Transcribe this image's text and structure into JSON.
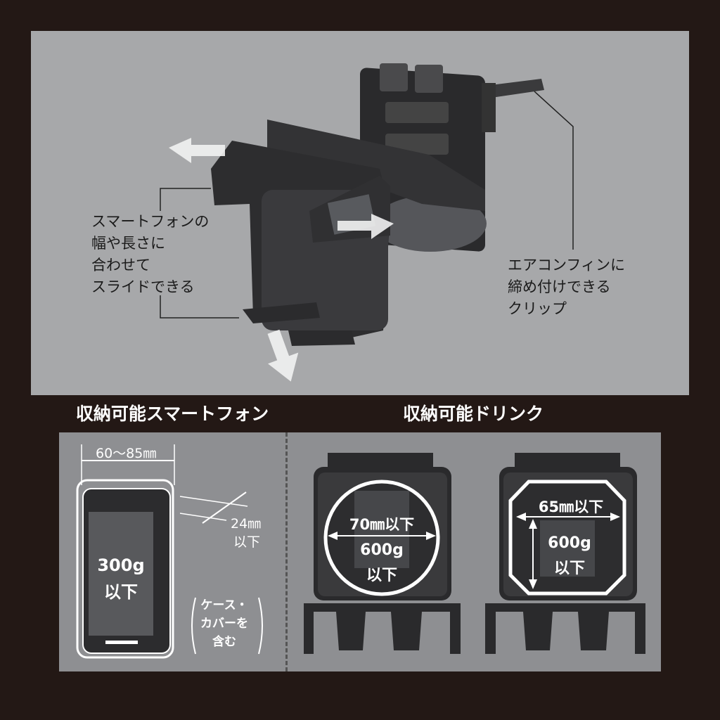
{
  "callouts": {
    "slide": "スマートフォンの\n幅や長さに\n合わせて\nスライドできる",
    "clip": "エアコンフィンに\n締め付けできる\nクリップ"
  },
  "sections": {
    "phone_header": "収納可能スマートフォン",
    "drink_header": "収納可能ドリンク"
  },
  "phone": {
    "width_range": "60〜85㎜",
    "thickness": "24㎜",
    "thickness_unit": "以下",
    "weight": "300g",
    "weight_unit": "以下",
    "case_note": "ケース・\nカバーを\n含む"
  },
  "drink_round": {
    "diameter": "70㎜以下",
    "weight": "600g",
    "weight_unit": "以下"
  },
  "drink_square": {
    "width": "65㎜以下",
    "weight": "600g",
    "weight_unit": "以下"
  },
  "colors": {
    "frame": "#231815",
    "top_bg": "#a7a8aa",
    "bottom_bg": "#8e8f92",
    "product": "#2b2b2d"
  }
}
